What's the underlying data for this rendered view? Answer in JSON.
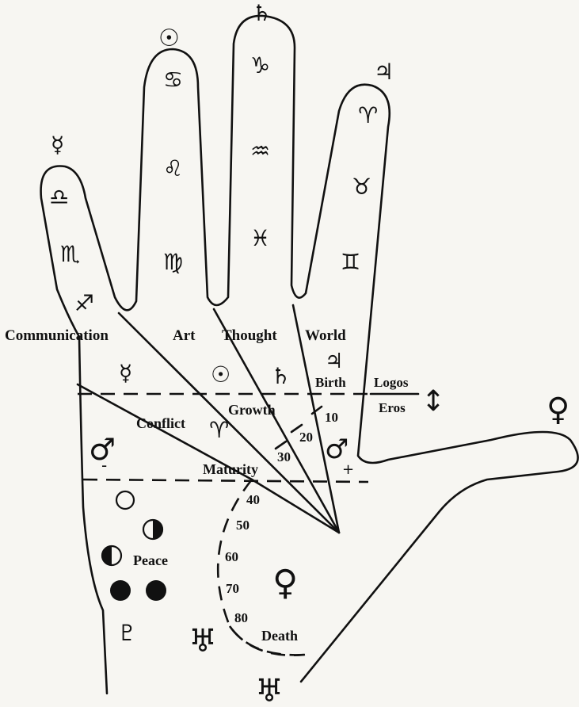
{
  "regions": {
    "communication": "Communication",
    "art": "Art",
    "thought": "Thought",
    "world": "World"
  },
  "labels": {
    "birth": "Birth",
    "logos": "Logos",
    "eros": "Eros",
    "growth": "Growth",
    "conflict": "Conflict",
    "maturity": "Maturity",
    "peace": "Peace",
    "death": "Death"
  },
  "ages": [
    "10",
    "20",
    "30",
    "40",
    "50",
    "60",
    "70",
    "80"
  ],
  "signs": {
    "pinky": {
      "planet": "☿",
      "top": "♎",
      "middle": "♏",
      "bottom": "♐"
    },
    "ring": {
      "planet": "☉",
      "top": "♋",
      "middle": "♌",
      "bottom": "♍"
    },
    "middle": {
      "planet": "♄",
      "top": "♑",
      "middle": "♒",
      "bottom": "♓"
    },
    "index": {
      "planet": "♃",
      "top": "♈",
      "middle": "♉",
      "bottom": "♊"
    }
  },
  "palm_symbols": {
    "mercury": "☿",
    "sun": "☉",
    "saturn": "♄",
    "jupiter": "♃",
    "mars_minus": "♂",
    "minus_sign": "-",
    "aries": "♈",
    "mars_plus": "♂",
    "plus_sign": "+",
    "venus_mount": "♀",
    "venus_thumb": "♀",
    "pluto": "♇",
    "uranus": "♅",
    "neptune_uranus": "♅",
    "logos_eros_arrow": "↕"
  }
}
